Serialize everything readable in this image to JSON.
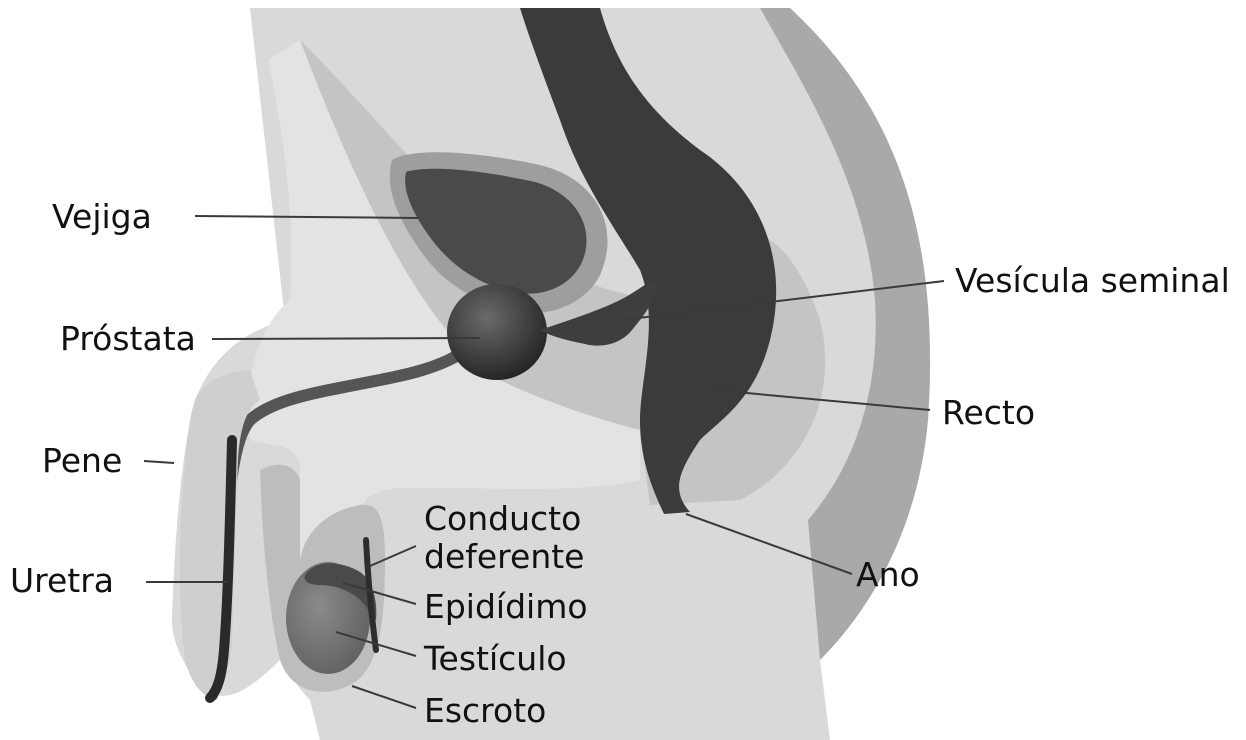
{
  "labels": {
    "bladder": "Vejiga",
    "seminal_vesicle": "Vesícula seminal",
    "prostate": "Próstata",
    "rectum": "Recto",
    "penis": "Pene",
    "vas_deferens_line1": "Conducto",
    "vas_deferens_line2": "deferente",
    "urethra": "Uretra",
    "anus": "Ano",
    "epididymis": "Epidídimo",
    "testicle": "Testículo",
    "scrotum": "Escroto"
  },
  "colors": {
    "body_light": "#d9d9d9",
    "body_mid": "#b3b3b3",
    "body_dark": "#8c8c8c",
    "organ_dark": "#3b3b3b",
    "organ_black": "#2a2a2a",
    "testis": "#7a7a7a",
    "label_text": "#111111",
    "leader_line": "#3a3a3a"
  }
}
